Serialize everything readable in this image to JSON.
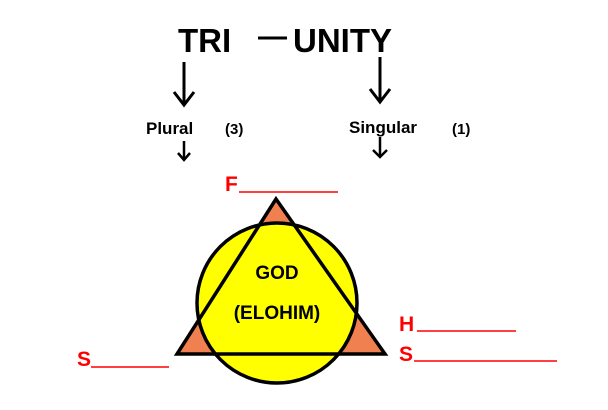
{
  "title": {
    "left": "TRI",
    "right": "UNITY"
  },
  "branches": {
    "left": {
      "label": "Plural",
      "count": "(3)"
    },
    "right": {
      "label": "Singular",
      "count": "(1)"
    }
  },
  "center": {
    "line1": "GOD",
    "line2": "(ELOHIM)"
  },
  "blanks": {
    "top": "F",
    "right_upper": "H",
    "right_lower": "S",
    "left": "S"
  },
  "colors": {
    "circle": "#ffff00",
    "triangle": "#f08050",
    "blank": "#ff0000"
  }
}
